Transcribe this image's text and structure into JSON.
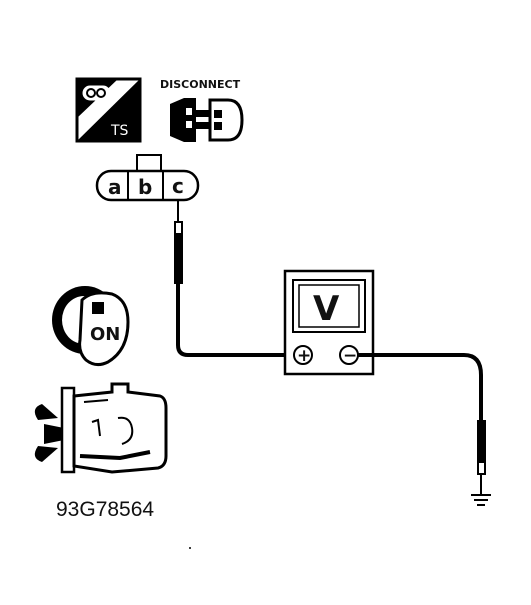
{
  "figure_code": "93G78564",
  "disconnect_label": "DISCONNECT",
  "component_label": "TS",
  "connector_pins": [
    "a",
    "b",
    "c"
  ],
  "meter_label": "V",
  "ignition_label": "ON",
  "meter_plus_symbol": "+",
  "meter_minus_symbol": "−"
}
